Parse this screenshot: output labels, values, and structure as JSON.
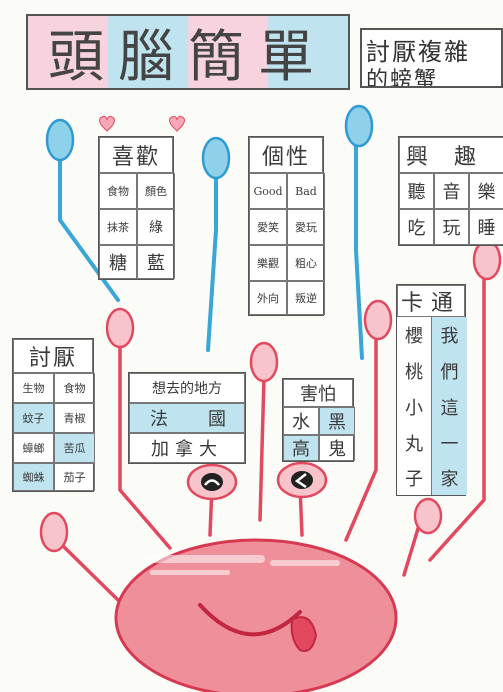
{
  "title": {
    "main": "頭腦簡單",
    "side_line1": "討厭複雜",
    "side_line2": "的螃蟹"
  },
  "likes": {
    "header": "喜歡",
    "rows": [
      [
        "食物",
        "顏色"
      ],
      [
        "抹茶",
        "綠"
      ],
      [
        "糖",
        "藍"
      ]
    ]
  },
  "personality": {
    "header": "個性",
    "rows": [
      [
        "Good",
        "Bad"
      ],
      [
        "愛笑",
        "愛玩"
      ],
      [
        "樂觀",
        "粗心"
      ],
      [
        "外向",
        "叛逆"
      ]
    ]
  },
  "hobbies": {
    "header": "興趣",
    "rows": [
      [
        "聽",
        "音",
        "樂"
      ],
      [
        "吃",
        "玩",
        "睡"
      ]
    ]
  },
  "dislikes": {
    "header": "討厭",
    "rows": [
      [
        "生物",
        "食物"
      ],
      [
        "蚊子",
        "青椒"
      ],
      [
        "蟑螂",
        "苦瓜"
      ],
      [
        "蜘蛛",
        "茄子"
      ]
    ]
  },
  "places": {
    "header": "想去的地方",
    "row1": [
      "法",
      "國"
    ],
    "row2": "加拿大"
  },
  "fears": {
    "header": "害怕",
    "rows": [
      [
        "水",
        "黑"
      ],
      [
        "高",
        "鬼"
      ]
    ]
  },
  "cartoon": {
    "header": "卡通",
    "left": [
      "櫻",
      "桃",
      "小",
      "丸",
      "子"
    ],
    "right": [
      "我",
      "們",
      "這",
      "一",
      "家"
    ]
  }
}
